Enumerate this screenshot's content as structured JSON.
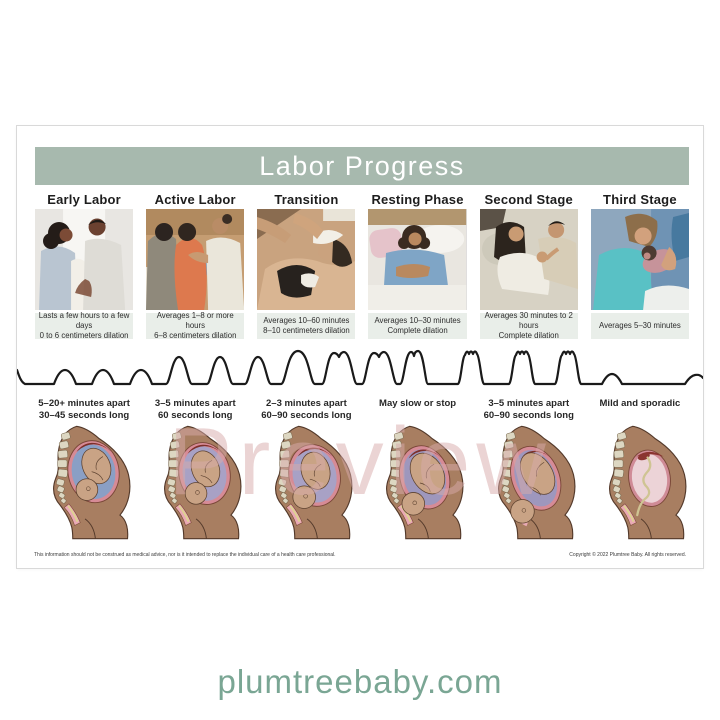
{
  "poster": {
    "title": "Labor Progress",
    "watermark": "Preview",
    "stages": [
      {
        "name": "Early Labor",
        "duration": [
          "Lasts a few hours to a few days",
          "0 to 6 centimeters dilation"
        ],
        "contraction": [
          "5–20+ minutes apart",
          "30–45 seconds long"
        ]
      },
      {
        "name": "Active Labor",
        "duration": [
          "Averages 1–8 or more hours",
          "6–8 centimeters dilation"
        ],
        "contraction": [
          "3–5 minutes apart",
          "60 seconds long"
        ]
      },
      {
        "name": "Transition",
        "duration": [
          "Averages 10–60 minutes",
          "8–10 centimeters dilation"
        ],
        "contraction": [
          "2–3 minutes apart",
          "60–90 seconds long"
        ]
      },
      {
        "name": "Resting Phase",
        "duration": [
          "Averages 10–30 minutes",
          "Complete dilation"
        ],
        "contraction": [
          "May slow or stop",
          ""
        ]
      },
      {
        "name": "Second Stage",
        "duration": [
          "Averages 30 minutes to 2 hours",
          "Complete dilation"
        ],
        "contraction": [
          "3–5 minutes apart",
          "60–90 seconds long"
        ]
      },
      {
        "name": "Third Stage",
        "duration": [
          "Averages 5–30 minutes",
          ""
        ],
        "contraction": [
          "Mild and sporadic",
          ""
        ]
      }
    ],
    "disclaimer": "This information should not be construed as medical advice, nor is it intended to replace the individual care of a health care professional.",
    "copyright": "Copyright © 2022 Plumtree Baby. All rights reserved."
  },
  "footer": {
    "website": "plumtreebaby.com"
  },
  "colors": {
    "header_band": "#a7b9ae",
    "caption_background": "#e9eee9",
    "footer_green": "#7aa694",
    "watermark_pink": "#d8abab",
    "wave_line": "#1a1a1a",
    "anatomy_skin": "#a87e61",
    "uterus_rim_pink": "#d68b96",
    "fetus_skin": "#c9a385"
  }
}
